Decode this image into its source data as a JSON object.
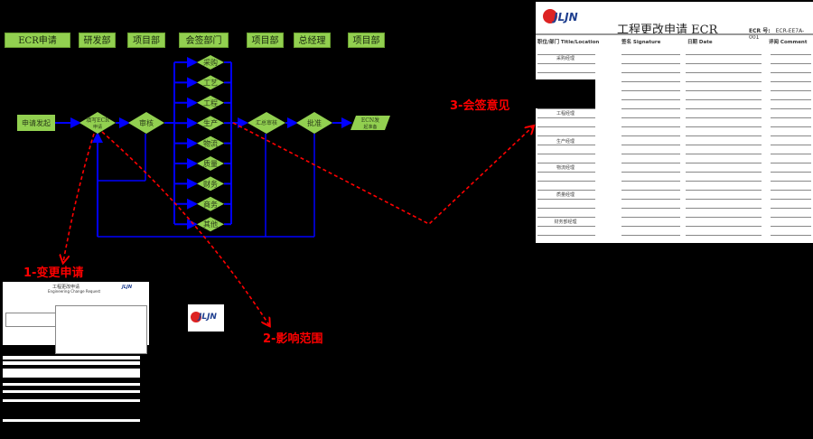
{
  "header_row": [
    {
      "label": "ECR申请"
    },
    {
      "label": "研发部"
    },
    {
      "label": "项目部"
    },
    {
      "label": "会签部门"
    },
    {
      "label": "项目部"
    },
    {
      "label": "总经理"
    },
    {
      "label": "项目部"
    }
  ],
  "flow": {
    "start": "申请发起",
    "fill_ecr": {
      "line1": "填写ECR",
      "line2": "申请"
    },
    "review": "审核",
    "countersign_departments": [
      "采购",
      "工艺",
      "工程",
      "生产",
      "物流",
      "质量",
      "财务",
      "商务",
      "其他"
    ],
    "summary_review": "汇总审核",
    "approve": "批准",
    "ecn_output": {
      "line1": "ECN发",
      "line2": "起准备"
    }
  },
  "annotations": {
    "step1": "1-变更申请",
    "step2": "2-影响范围",
    "step3": "3-会签意见"
  },
  "colors": {
    "node_fill": "#92d050",
    "flow_line": "#0000ff",
    "annotation": "#ff0000"
  },
  "ecr_form": {
    "logo_text": "JLJN",
    "title": "工程更改申请 ECR",
    "number_label": "ECR 号:",
    "number_value": "ECR-EE7A-001",
    "columns": [
      "职位/部门 Title/Location",
      "签名 Signature",
      "日期 Date",
      "评阅 Comment"
    ],
    "departments": [
      "采购经理",
      "工程经理",
      "生产经理",
      "物流经理",
      "质量经理",
      "财务部经理"
    ]
  },
  "thumbnail_form": {
    "title": "工程更改申请",
    "subtitle": "Engineering Change Request",
    "logo_text": "JLJN"
  },
  "center_logo": {
    "text": "JLJN"
  }
}
